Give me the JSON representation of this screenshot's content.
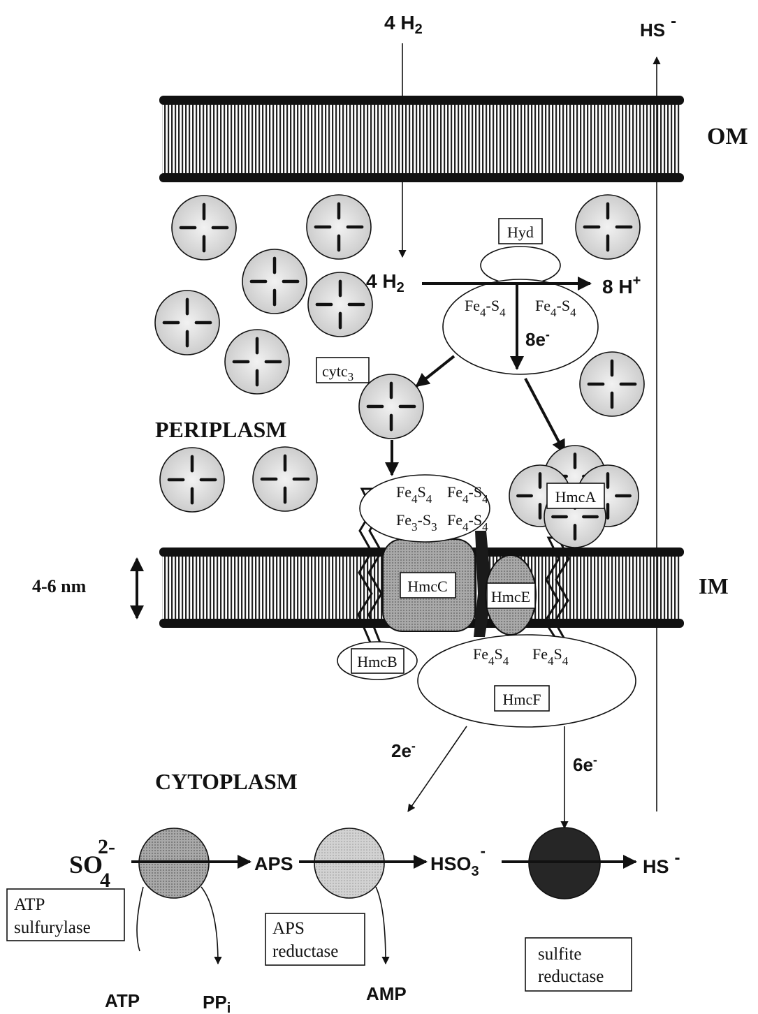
{
  "labels": {
    "h2_top": "4 H",
    "h2_top_sub": "2",
    "hs_top": "HS",
    "hs_top_sup": "-",
    "om": "OM",
    "im": "IM",
    "membrane_width": "4-6 nm",
    "periplasm": "PERIPLASM",
    "cytoplasm": "CYTOPLASM",
    "h2_mid": "4 H",
    "h2_mid_sub": "2",
    "protons": "8 H",
    "protons_sup": "+",
    "e8": "8e",
    "e8_sup": "-",
    "e2": "2e",
    "e2_sup": "-",
    "e6": "6e",
    "e6_sup": "-",
    "so4": "SO",
    "so4_sub": "4",
    "so4_sup": "2-",
    "aps": "APS",
    "hso3": "HSO",
    "hso3_sub": "3",
    "hso3_sup": "-",
    "hs_bottom": "HS",
    "hs_bottom_sup": "-",
    "atp": "ATP",
    "ppi": "PP",
    "ppi_sub": "i",
    "amp": "AMP"
  },
  "boxes": {
    "hyd": "Hyd",
    "cytc3": "cytc",
    "cytc3_sub": "3",
    "hmca": "HmcA",
    "hmcb": "HmcB",
    "hmcc": "HmcC",
    "hmce": "HmcE",
    "hmcf": "HmcF",
    "atp_sulfurylase_1": "ATP",
    "atp_sulfurylase_2": "sulfurylase",
    "aps_reductase_1": "APS",
    "aps_reductase_2": "reductase",
    "sulfite_reductase_1": "sulfite",
    "sulfite_reductase_2": "reductase"
  },
  "clusters": {
    "hyd_left": "Fe4-S4",
    "hyd_right": "Fe4-S4",
    "hmca_complex_1": "Fe4S4",
    "hmca_complex_2": "Fe4-S4",
    "hmca_complex_3": "Fe3-S3",
    "hmca_complex_4": "Fe4-S4",
    "hmcf_left": "Fe4S4",
    "hmcf_right": "Fe4S4"
  },
  "colors": {
    "heme_fill": "#d6d6d6",
    "hmcc_fill": "#9e9e9e",
    "hmce_fill": "#a8a8a8",
    "atp_sulfurylase_fill": "#9a9a9a",
    "aps_reductase_fill": "#c8c8c8",
    "sulfite_reductase_fill": "#2a2a2a"
  }
}
